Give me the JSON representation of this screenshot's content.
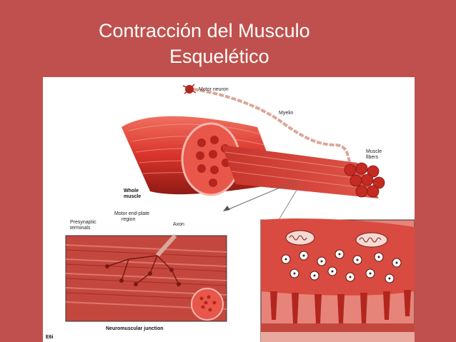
{
  "slide": {
    "title_line1": "Contracción del Musculo",
    "title_line2": "Esquelético"
  },
  "figure": {
    "labels": {
      "motor_neuron": "Motor neuron",
      "myelin": "Myelin",
      "muscle_fibers_1": "Muscle",
      "muscle_fibers_2": "fibers",
      "whole_muscle_1": "Whole",
      "whole_muscle_2": "muscle",
      "presynaptic_1": "Presynaptic",
      "presynaptic_2": "terminals",
      "end_plate_1": "Motor end-plate",
      "end_plate_2": "region",
      "axon": "Axon",
      "nmj": "Neuromuscular junction",
      "fig_code": "E6i"
    },
    "colors": {
      "background": "#c0504d",
      "muscle": "#d9342b",
      "muscle_dark": "#9e1d17",
      "nerve": "#d9a89a"
    }
  }
}
